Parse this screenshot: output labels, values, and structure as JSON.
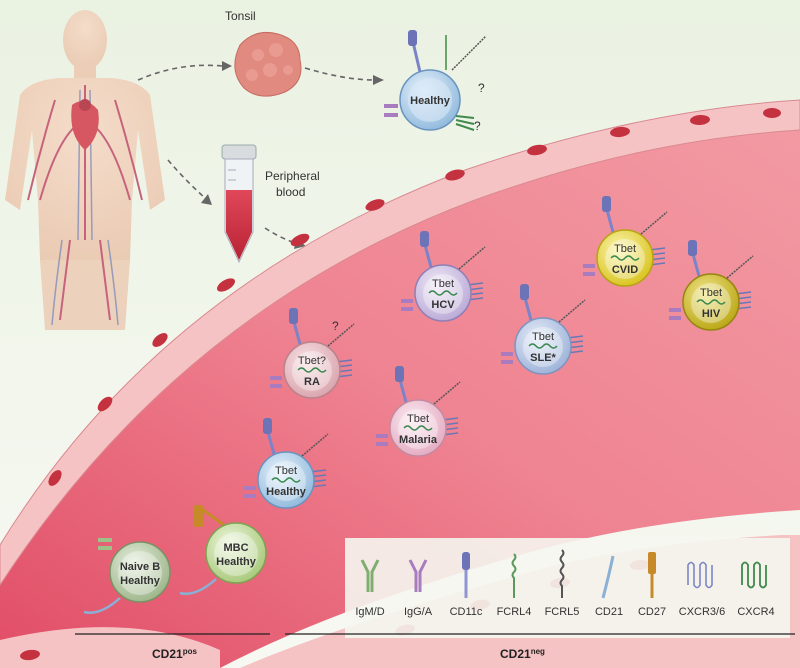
{
  "labels": {
    "tonsil": "Tonsil",
    "peripheral": "Peripheral",
    "blood": "blood",
    "q": "?"
  },
  "cells": {
    "healthy_top": {
      "name": "Healthy",
      "tbet": ""
    },
    "ra": {
      "name": "RA",
      "tbet": "Tbet?"
    },
    "hcv": {
      "name": "HCV",
      "tbet": "Tbet"
    },
    "sle": {
      "name": "SLE*",
      "tbet": "Tbet"
    },
    "cvid": {
      "name": "CVID",
      "tbet": "Tbet"
    },
    "hiv": {
      "name": "HIV",
      "tbet": "Tbet"
    },
    "malaria": {
      "name": "Malaria",
      "tbet": "Tbet"
    },
    "healthy_mid": {
      "name": "Healthy",
      "tbet": "Tbet"
    },
    "mbc": {
      "name1": "MBC",
      "name2": "Healthy"
    },
    "naive": {
      "name1": "Naive B",
      "name2": "Healthy"
    }
  },
  "legend": [
    "IgM/D",
    "IgG/A",
    "CD11c",
    "FCRL4",
    "FCRL5",
    "CD21",
    "CD27",
    "CXCR3/6",
    "CXCR4"
  ],
  "footer": {
    "left": "CD21",
    "left_sup": "pos",
    "right": "CD21",
    "right_sup": "neg"
  },
  "colors": {
    "vessel": "#ec6d7f",
    "endothelial": "#f6c3c4",
    "nucleus": "#c5323f",
    "healthy_cell": "#a9cbe6",
    "cvid_cell": "#e6d231",
    "hiv_cell": "#c9b81c",
    "ra_cell": "#e7bcc2",
    "sle_cell": "#aebfe0",
    "hcv_cell": "#cfc2e3",
    "malaria_cell": "#f1c9d7",
    "naive_cell": "#b6c9a3",
    "mbc_cell": "#bfd79a"
  }
}
